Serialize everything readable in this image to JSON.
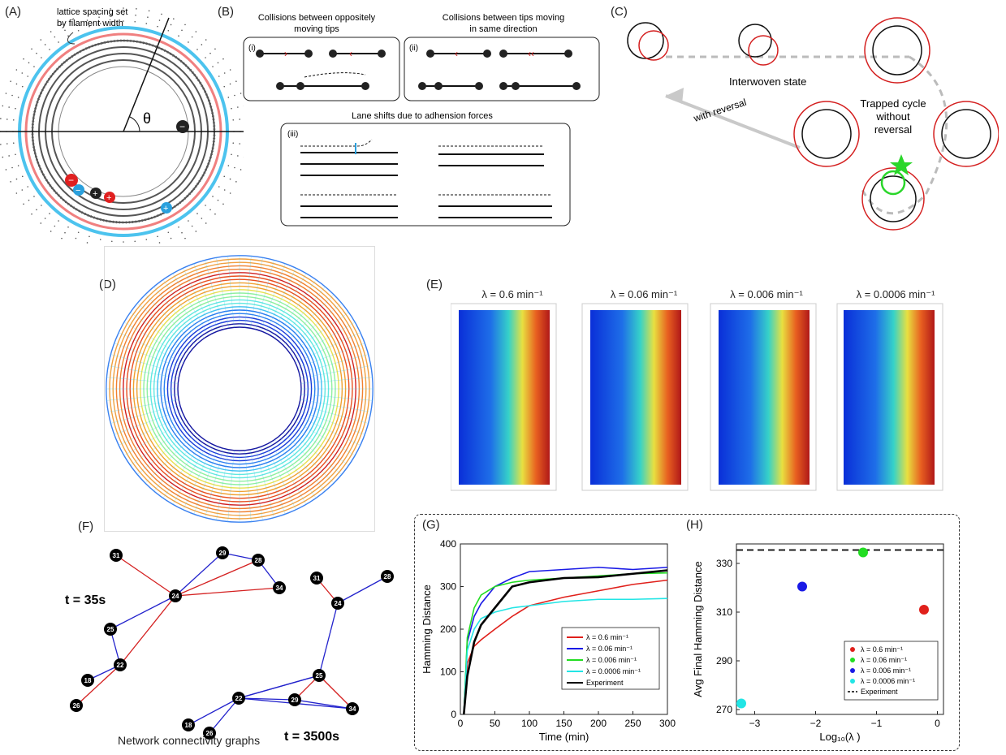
{
  "panels": {
    "A": {
      "label": "(A)",
      "annotation_line1": "lattice spacing set",
      "annotation_line2": "by filament width",
      "theta": "θ"
    },
    "B": {
      "label": "(B)",
      "title_i_line1": "Collisions between oppositely",
      "title_i_line2": "moving tips",
      "title_ii_line1": "Collisions between tips moving",
      "title_ii_line2": "in same direction",
      "title_iii": "Lane shifts due to adhension forces",
      "sub_i": "(i)",
      "sub_ii": "(ii)",
      "sub_iii": "(iii)"
    },
    "C": {
      "label": "(C)",
      "interwoven": "Interwoven state",
      "with_reversal": "with reversal",
      "trapped_line1": "Trapped cycle",
      "trapped_line2": "without",
      "trapped_line3": "reversal"
    },
    "D": {
      "label": "(D)"
    },
    "E": {
      "label": "(E)",
      "titles": [
        "λ = 0.6 min⁻¹",
        "λ = 0.06 min⁻¹",
        "λ = 0.006 min⁻¹",
        "λ = 0.0006 min⁻¹"
      ]
    },
    "F": {
      "label": "(F)",
      "t1": "t = 35s",
      "t2": "t = 3500s",
      "caption": "Network connectivity graphs",
      "graph1_nodes": [
        "31",
        "29",
        "28",
        "24",
        "34",
        "25",
        "22",
        "18",
        "26"
      ],
      "graph2_nodes": [
        "31",
        "28",
        "24",
        "25",
        "29",
        "34",
        "22",
        "18",
        "26"
      ]
    },
    "G": {
      "label": "(G)"
    },
    "H": {
      "label": "(H)"
    }
  },
  "colors": {
    "red": "#e0201b",
    "blue": "#1a1ae6",
    "green": "#22dd22",
    "cyan": "#22e5e5",
    "black": "#000000",
    "lightblue": "#4cc3ee",
    "pink": "#f08080"
  },
  "chart_data": [
    {
      "type": "line",
      "panel": "G",
      "xlabel": "Time (min)",
      "ylabel": "Hamming Distance",
      "xlim": [
        0,
        300
      ],
      "ylim": [
        0,
        400
      ],
      "xticks": [
        0,
        50,
        100,
        150,
        200,
        250,
        300
      ],
      "yticks": [
        0,
        100,
        200,
        300,
        400
      ],
      "legend_position": "bottom-right",
      "series": [
        {
          "name": "λ = 0.6 min⁻¹",
          "color": "#e0201b",
          "x": [
            5,
            10,
            20,
            30,
            50,
            75,
            100,
            150,
            200,
            250,
            300
          ],
          "y": [
            0,
            120,
            160,
            175,
            200,
            230,
            255,
            275,
            290,
            305,
            315
          ]
        },
        {
          "name": "λ = 0.06 min⁻¹",
          "color": "#1a1ae6",
          "x": [
            5,
            10,
            20,
            30,
            50,
            75,
            100,
            150,
            200,
            250,
            300
          ],
          "y": [
            0,
            170,
            230,
            260,
            300,
            320,
            335,
            340,
            345,
            340,
            345
          ]
        },
        {
          "name": "λ = 0.006 min⁻¹",
          "color": "#22dd22",
          "x": [
            5,
            10,
            20,
            30,
            50,
            75,
            100,
            150,
            200,
            250,
            300
          ],
          "y": [
            0,
            180,
            250,
            280,
            300,
            310,
            315,
            320,
            325,
            330,
            332
          ]
        },
        {
          "name": "λ = 0.0006 min⁻¹",
          "color": "#22e5e5",
          "x": [
            5,
            10,
            20,
            30,
            50,
            75,
            100,
            150,
            200,
            250,
            300
          ],
          "y": [
            0,
            150,
            200,
            225,
            240,
            250,
            255,
            265,
            270,
            270,
            272
          ]
        },
        {
          "name": "Experiment",
          "color": "#000000",
          "x": [
            5,
            10,
            20,
            30,
            50,
            75,
            100,
            150,
            200,
            250,
            300
          ],
          "y": [
            0,
            90,
            170,
            210,
            250,
            300,
            310,
            320,
            322,
            330,
            338
          ]
        }
      ]
    },
    {
      "type": "scatter",
      "panel": "H",
      "xlabel": "Log₁₀(λ )",
      "ylabel": "Avg Final Hamming Distance",
      "xlim": [
        -3.3,
        0.1
      ],
      "ylim": [
        268,
        338
      ],
      "xticks": [
        -3,
        -2,
        -1,
        0
      ],
      "yticks": [
        270,
        290,
        310,
        330
      ],
      "legend_position": "bottom-right",
      "points": [
        {
          "name": "λ = 0.6 min⁻¹",
          "x": -0.22,
          "y": 311,
          "color": "#e0201b"
        },
        {
          "name": "λ = 0.06 min⁻¹",
          "x": -1.22,
          "y": 334.5,
          "color": "#22dd22"
        },
        {
          "name": "λ = 0.006 min⁻¹",
          "x": -2.22,
          "y": 320.5,
          "color": "#1a1ae6"
        },
        {
          "name": "λ = 0.0006 min⁻¹",
          "x": -3.22,
          "y": 272.5,
          "color": "#22e5e5"
        }
      ],
      "reference_line": {
        "name": "Experiment",
        "y": 335.5,
        "style": "dashed"
      }
    }
  ]
}
